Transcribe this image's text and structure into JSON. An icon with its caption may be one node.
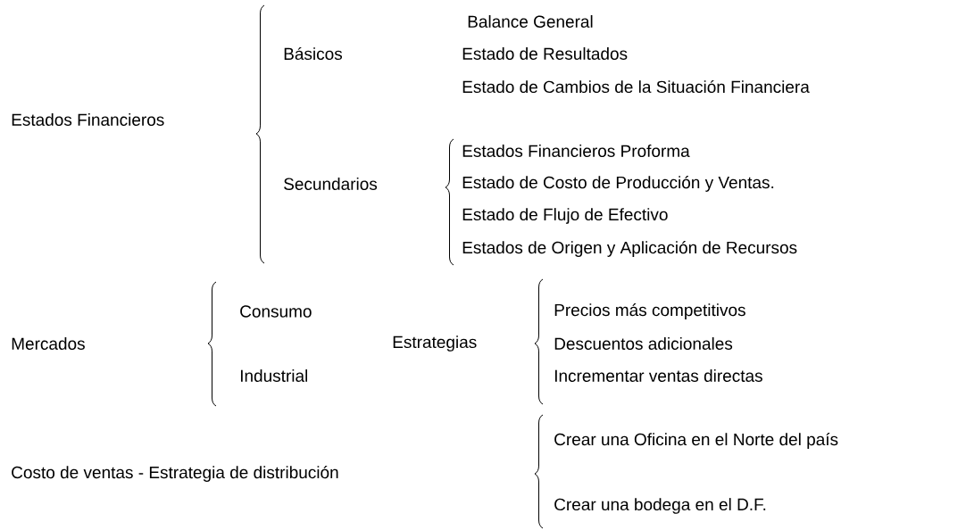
{
  "diagram": {
    "labels": [
      "Estados Financieros",
      "Básicos",
      "Balance General",
      "Estado de Resultados",
      "Estado de Cambios de la Situación Financiera",
      "Secundarios",
      "Estados Financieros Proforma",
      "Estado de Costo de Producción y Ventas.",
      "Estado de Flujo de Efectivo",
      "Estados de Origen y Aplicación de Recursos",
      "Mercados",
      "Consumo",
      "Estrategias",
      "Industrial",
      "Precios más competitivos",
      "Descuentos adicionales",
      "Incrementar ventas directas",
      "Costo de ventas - Estrategia de distribución",
      "Crear una Oficina en el Norte del país",
      "Crear una bodega en el D.F."
    ]
  }
}
